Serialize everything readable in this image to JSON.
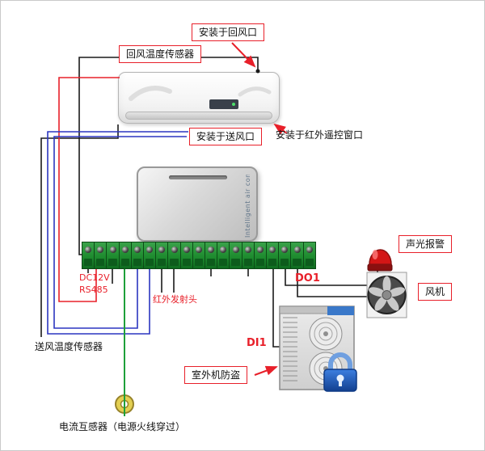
{
  "diagram": {
    "labels": {
      "install_return_air": "安装于回风口",
      "return_air_sensor": "回风温度传感器",
      "install_supply_air": "安装于送风口",
      "install_ir_window": "安装于红外遥控窗口",
      "supply_air_sensor": "送风温度传感器",
      "ir_emitter": "红外发射头",
      "dc12v": "DC12V",
      "rs485": "RS485",
      "do1": "DO1",
      "di1": "DI1",
      "alarm": "声光报警",
      "fan": "风机",
      "outdoor_antitheft": "室外机防盗",
      "current_transformer": "电流互感器（电源火线穿过）"
    },
    "controller": {
      "label": "Intelligent air condition controller"
    },
    "terminals": {
      "count": 19
    },
    "colors": {
      "wire_black": "#1a1a1a",
      "wire_red": "#e8202a",
      "wire_blue": "#2b35c0",
      "wire_green": "#1fa03a",
      "label_border": "#e8202a",
      "terminal_green": "#1e8c2f"
    }
  }
}
